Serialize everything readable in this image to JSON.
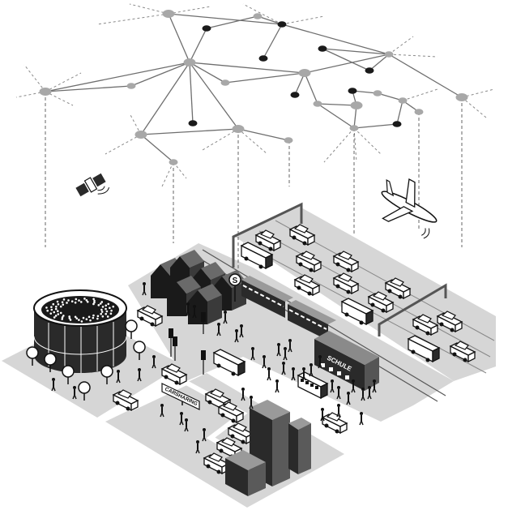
{
  "labels": {
    "s_bahn_sign": "S",
    "carsharing_sign": "CARSHARING",
    "school_sign": "SCHULE"
  },
  "colors": {
    "ground": "#d6d6d6",
    "ground_dark": "#bdbdbd",
    "building_dark": "#2a2a2a",
    "building_light": "#6a6a6a",
    "node_gray": "#a8a8a8",
    "node_black": "#1a1a1a",
    "line": "#6e6e6e",
    "ink": "#111111",
    "paper": "#ffffff"
  },
  "icons": {
    "satellite": "satellite-icon",
    "airplane": "airplane-icon",
    "stadium": "stadium-icon",
    "train": "train-icon",
    "bus": "bus-icon"
  }
}
